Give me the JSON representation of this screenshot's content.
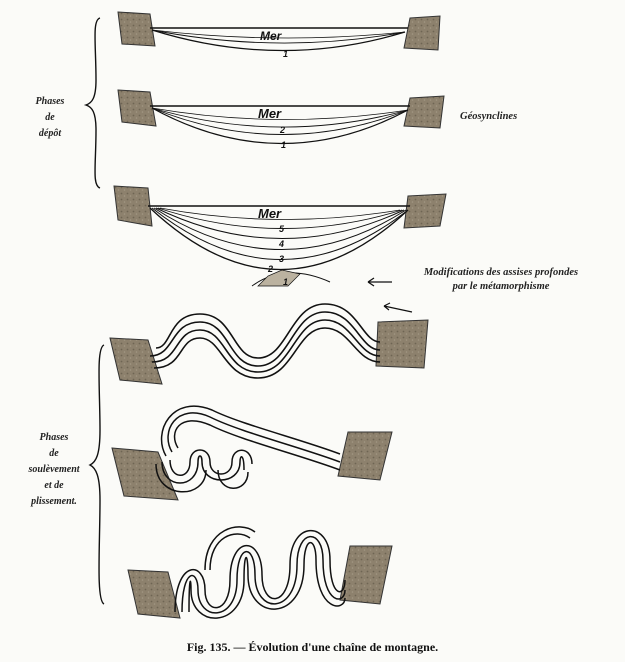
{
  "labels": {
    "deposit_phase": [
      "Phases",
      "de",
      "dépôt"
    ],
    "uplift_phase": [
      "Phases",
      "de",
      "soulèvement",
      "et de",
      "plissement."
    ],
    "geosynclines": "Géosynclines",
    "metamorphism": [
      "Modifications des assises profondes",
      "par le métamorphisme"
    ]
  },
  "stages": [
    {
      "sea": "Mer",
      "layers": [
        "1"
      ]
    },
    {
      "sea": "Mer",
      "layers": [
        "2",
        "1"
      ]
    },
    {
      "sea": "Mer",
      "layers": [
        "5",
        "4",
        "3",
        "2",
        "1"
      ]
    }
  ],
  "caption": "Fig. 135. — Évolution d'une chaîne de montagne.",
  "colors": {
    "rock": "#8a7f6c",
    "ink": "#1a1a1a",
    "paper": "#fbfbf8"
  }
}
